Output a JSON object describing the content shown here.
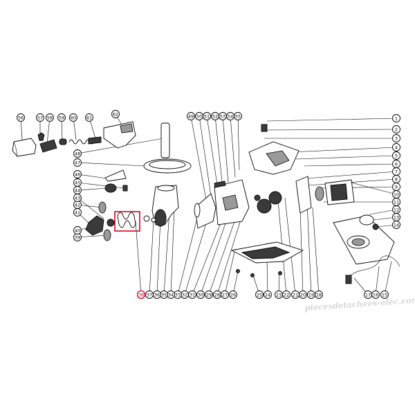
{
  "watermark": "piecesdetachees-elec.com",
  "highlight_color": "#d0021b",
  "line_color": "#000000",
  "highlighted_part": "38",
  "highlighted_component": "auger-worm-screw",
  "callouts": [
    "1",
    "2",
    "3",
    "4",
    "5",
    "6",
    "7",
    "8",
    "9",
    "10",
    "11",
    "12",
    "13",
    "14",
    "15",
    "16",
    "17",
    "18",
    "19",
    "20",
    "21",
    "22",
    "23",
    "24",
    "25",
    "26",
    "27",
    "28",
    "29",
    "30",
    "31",
    "32",
    "33",
    "34",
    "35",
    "36",
    "37",
    "38",
    "39",
    "40",
    "41",
    "42",
    "43",
    "44",
    "45",
    "46",
    "47",
    "48",
    "49",
    "50",
    "51",
    "52",
    "53",
    "54",
    "55",
    "56",
    "57",
    "58",
    "59",
    "60",
    "61",
    "62"
  ]
}
